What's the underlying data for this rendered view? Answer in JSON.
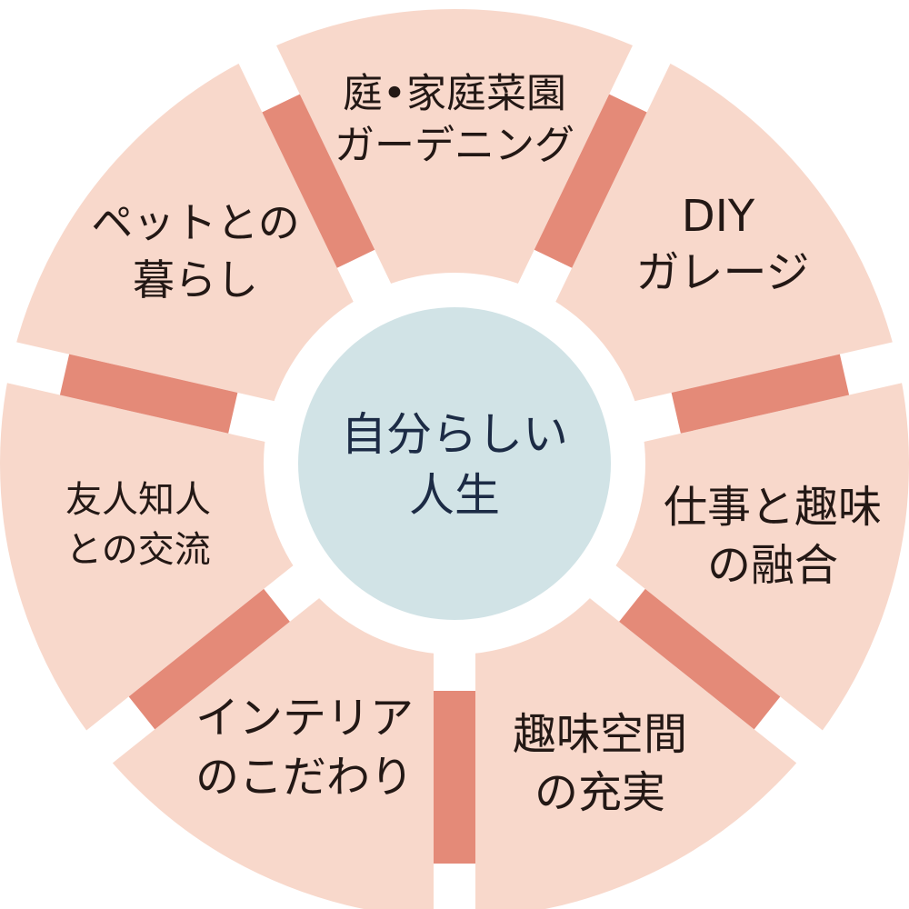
{
  "colors": {
    "segment": "#f8d8cb",
    "bar": "#e48a78",
    "center": "#d1e3e6",
    "text": "#231815",
    "center_text": "#1c2b45"
  },
  "center": {
    "line1": "自分らしい",
    "line2": "人生"
  },
  "segments": [
    {
      "line1": "庭•家庭菜園",
      "line2": "ガーデニング"
    },
    {
      "line1": "DIY",
      "line2": "ガレージ"
    },
    {
      "line1": "仕事と趣味",
      "line2": "の融合"
    },
    {
      "line1": "趣味空間",
      "line2": "の充実"
    },
    {
      "line1": "インテリア",
      "line2": "のこだわり"
    },
    {
      "line1": "友人知人",
      "line2": "との交流"
    },
    {
      "line1": "ペットとの",
      "line2": "暮らし"
    }
  ]
}
